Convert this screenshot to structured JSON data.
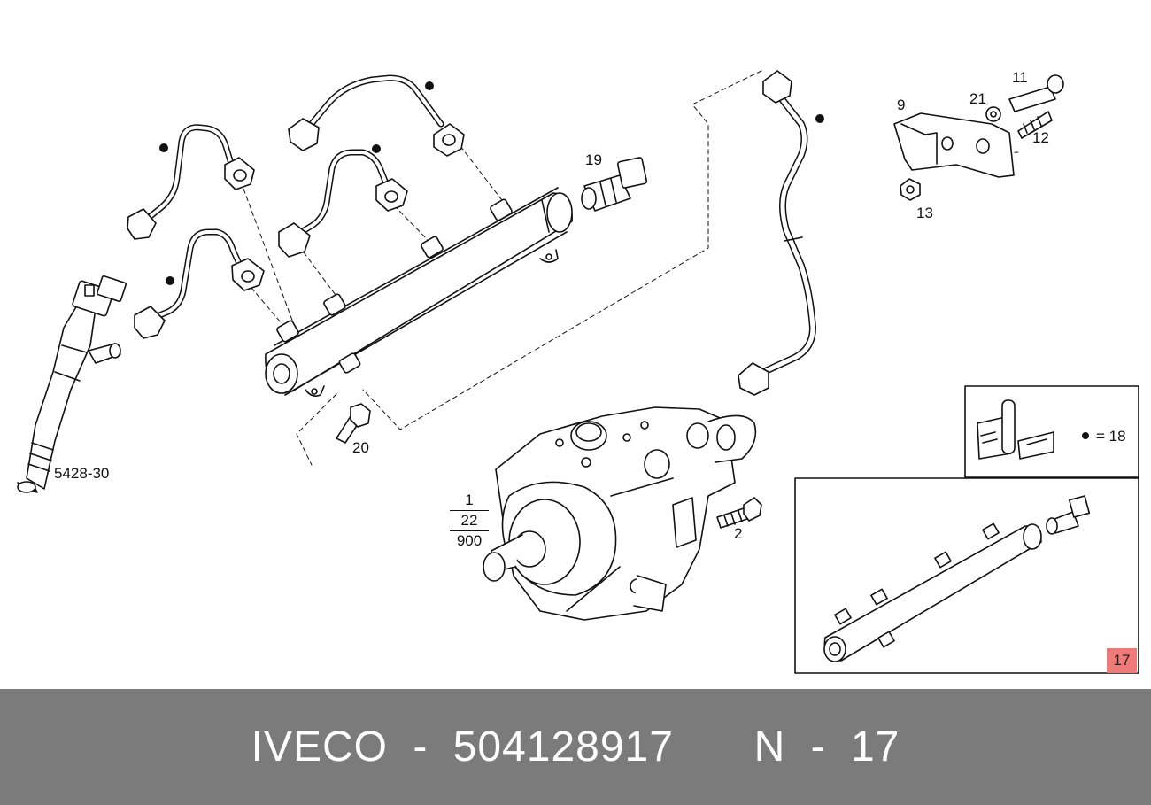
{
  "diagram": {
    "labels": {
      "injector": "5428-30",
      "sensor": "19",
      "bracket": "9",
      "washer": "21",
      "bolt_top": "11",
      "stud": "12",
      "nut": "13",
      "screw_rail": "20",
      "screw_pump": "2",
      "pump_fraction_top": "1",
      "pump_fraction_mid": "22",
      "pump_fraction_bottom": "900",
      "kit_badge": "17"
    },
    "legend": {
      "text": "= 18"
    },
    "colors": {
      "line": "#111111",
      "badge": "#f07a7a",
      "footer_bg": "#7b7b7b"
    }
  },
  "footer": {
    "brand": "IVECO",
    "separator": "-",
    "part_number": "504128917",
    "ref_letter": "N",
    "ref_separator": "-",
    "ref_number": "17"
  }
}
